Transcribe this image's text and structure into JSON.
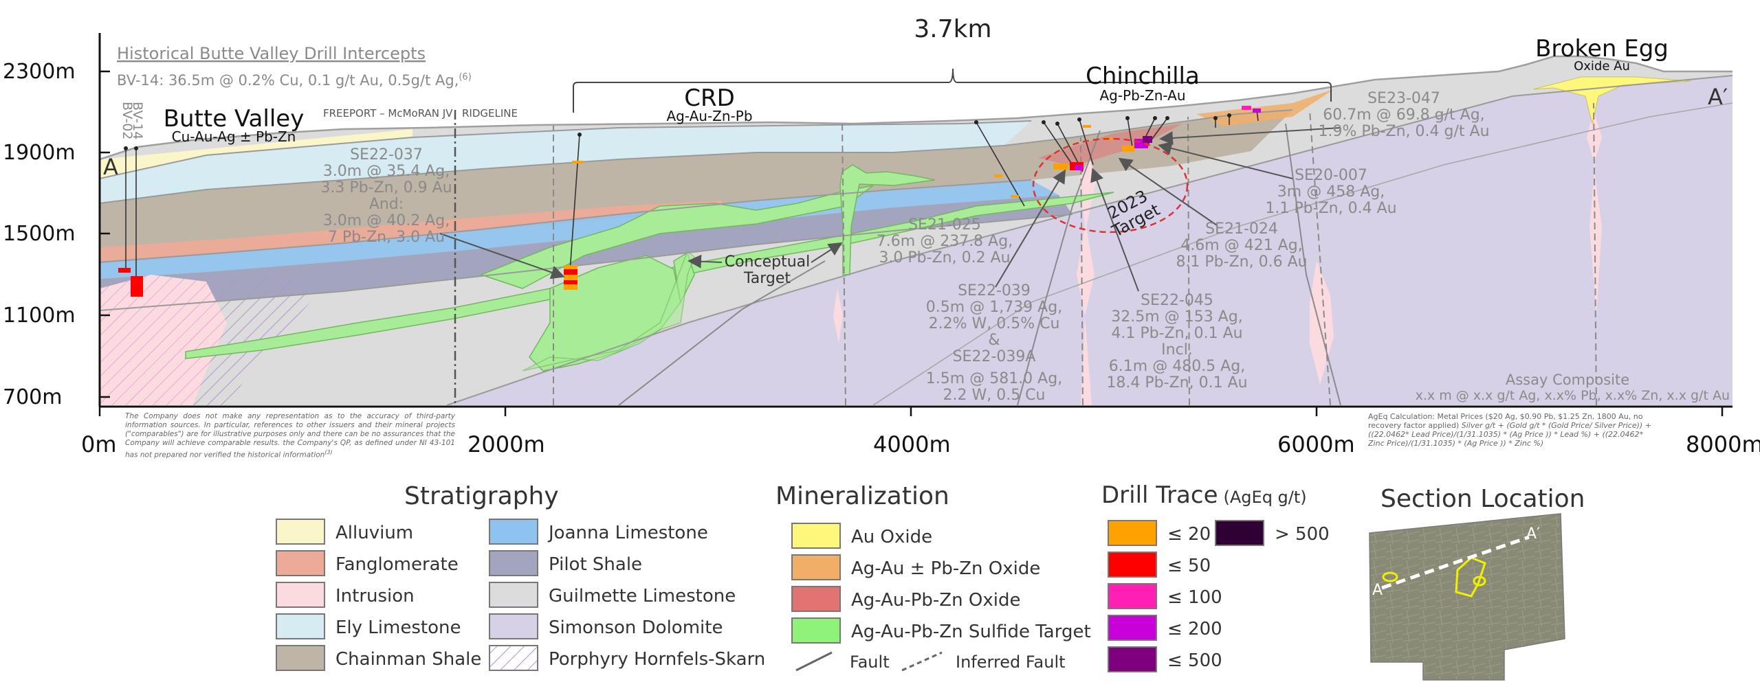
{
  "section": {
    "historical_title": "Historical Butte Valley Drill Intercepts",
    "historical_line": "BV-14: 36.5m @ 0.2% Cu, 0.1 g/t Au, 0.5g/t Ag,",
    "historical_sup": "(6)",
    "distance_label": "3.7km",
    "end_a": "A",
    "end_a_prime": "A′",
    "jv_label": "FREEPORT – McMoRAN JV",
    "ridgeline_label": "RIDGELINE",
    "conceptual_target": [
      "Conceptual",
      "Target"
    ],
    "target_2023": [
      "2023",
      "Target"
    ],
    "assay_title": "Assay Composite",
    "assay_line": "x.x m @ x.x g/t Ag, x.x% Pb, x.x% Zn, x.x g/t Au",
    "bv02": "BV-02",
    "bv14": "BV-14"
  },
  "areas": [
    {
      "name": "Butte Valley",
      "sub": "Cu-Au-Ag ± Pb-Zn"
    },
    {
      "name": "CRD",
      "sub": "Ag-Au-Zn-Pb"
    },
    {
      "name": "Chinchilla",
      "sub": "Ag-Pb-Zn-Au"
    },
    {
      "name": "Broken Egg",
      "sub": "Oxide Au"
    }
  ],
  "axes": {
    "y_ticks": [
      "2300m",
      "1900m",
      "1500m",
      "1100m",
      "700m"
    ],
    "x_ticks": [
      "0m",
      "2000m",
      "4000m",
      "6000m",
      "8000m"
    ]
  },
  "intercepts": [
    {
      "id": "se22_037",
      "lines": [
        "SE22-037",
        "3.0m @ 35.4 Ag,",
        "3.3 Pb-Zn, 0.9 Au",
        "And:",
        "3.0m @ 40.2 Ag,",
        "7 Pb-Zn, 3.0 Au"
      ]
    },
    {
      "id": "se21_025",
      "lines": [
        "SE21-025",
        "7.6m @ 237.8 Ag,",
        "3.0 Pb-Zn, 0.2 Au"
      ]
    },
    {
      "id": "se22_039",
      "lines": [
        "SE22-039",
        "0.5m @ 1,739 Ag,",
        "2.2% W, 0.5% Cu",
        "&",
        "SE22-039A",
        "1.5m @ 581.0 Ag,",
        "2.2 W, 0.5 Cu"
      ]
    },
    {
      "id": "se22_045",
      "lines": [
        "SE22-045",
        "32.5m @ 153 Ag,",
        "4.1 Pb-Zn, 0.1 Au",
        "Incl.",
        "6.1m @ 480.5 Ag,",
        "18.4 Pb-Zn, 0.1 Au"
      ]
    },
    {
      "id": "se21_024",
      "lines": [
        "SE21-024",
        "4.6m @ 421 Ag,",
        "8.1 Pb-Zn, 0.6 Au"
      ]
    },
    {
      "id": "se20_007",
      "lines": [
        "SE20-007",
        "3m @ 458 Ag,",
        "1.1 Pb-Zn,  0.4 Au"
      ]
    },
    {
      "id": "se23_047",
      "lines": [
        "SE23-047",
        "60.7m @ 69.8 g/t Ag,",
        "1.9% Pb-Zn, 0.4 g/t Au"
      ]
    }
  ],
  "disclaimer_left": "The Company does not make any representation as to the accuracy of third-party information sources. In particular, references to other issuers and their mineral projects (\"comparables\") are for illustrative purposes only and there can be no assurances that the Company will achieve comparable results. the Company's QP, as defined under NI 43-101 has not prepared nor verified the historical information",
  "disclaimer_left_sup": "(3)",
  "disclaimer_right_lead": "AgEq Calculation: Metal Prices ($20 Ag, $0.90 Pb, $1.25 Zn, 1800 Au, no recovery factor applied)",
  "disclaimer_right_formula": "Silver g/t + (Gold g/t * (Gold Price/ Silver Price)) + ((22.0462* Lead Price)/(1/31.1035) * (Ag Price )) * Lead %) + ((22.0462* Zinc Price)/(1/31.1035) * (Ag Price )) * Zinc %)",
  "legend": {
    "stratigraphy_title": "Stratigraphy",
    "stratigraphy": [
      {
        "label": "Alluvium",
        "color": "#fbf6c9"
      },
      {
        "label": "Fanglomerate",
        "color": "#eeaa98"
      },
      {
        "label": "Intrusion",
        "color": "#fbdbe0"
      },
      {
        "label": "Ely Limestone",
        "color": "#d7ebf3"
      },
      {
        "label": "Chainman Shale",
        "color": "#bfb5a6"
      },
      {
        "label": "Joanna Limestone",
        "color": "#8ec3ef"
      },
      {
        "label": "Pilot Shale",
        "color": "#a3a5be"
      },
      {
        "label": "Guilmette Limestone",
        "color": "#dcdcdc"
      },
      {
        "label": "Simonson Dolomite",
        "color": "#d6d1e6"
      },
      {
        "label": "Porphyry Hornfels-Skarn",
        "color": "hatch"
      }
    ],
    "mineralization_title": "Mineralization",
    "mineralization": [
      {
        "label": "Au Oxide",
        "color": "#fdf77b"
      },
      {
        "label": "Ag-Au ± Pb-Zn Oxide",
        "color": "#f1ae69"
      },
      {
        "label": "Ag-Au-Pb-Zn Oxide",
        "color": "#e27373"
      },
      {
        "label": "Ag-Au-Pb-Zn Sulfide Target",
        "color": "#8ff279"
      }
    ],
    "fault_label": "Fault",
    "inferred_fault_label": "Inferred Fault",
    "drill_title": "Drill Trace",
    "drill_unit": "(AgEq g/t)",
    "drill": [
      {
        "label": "≤ 20",
        "color": "#ffa100"
      },
      {
        "label": "≤ 50",
        "color": "#ff0000"
      },
      {
        "label": "≤ 100",
        "color": "#ff1fb4"
      },
      {
        "label": "≤ 200",
        "color": "#c900d9"
      },
      {
        "label": "≤ 500",
        "color": "#7f007f"
      },
      {
        "label": "> 500",
        "color": "#2e0033"
      }
    ],
    "location_title": "Section Location",
    "location_a": "A",
    "location_a_prime": "A′"
  }
}
